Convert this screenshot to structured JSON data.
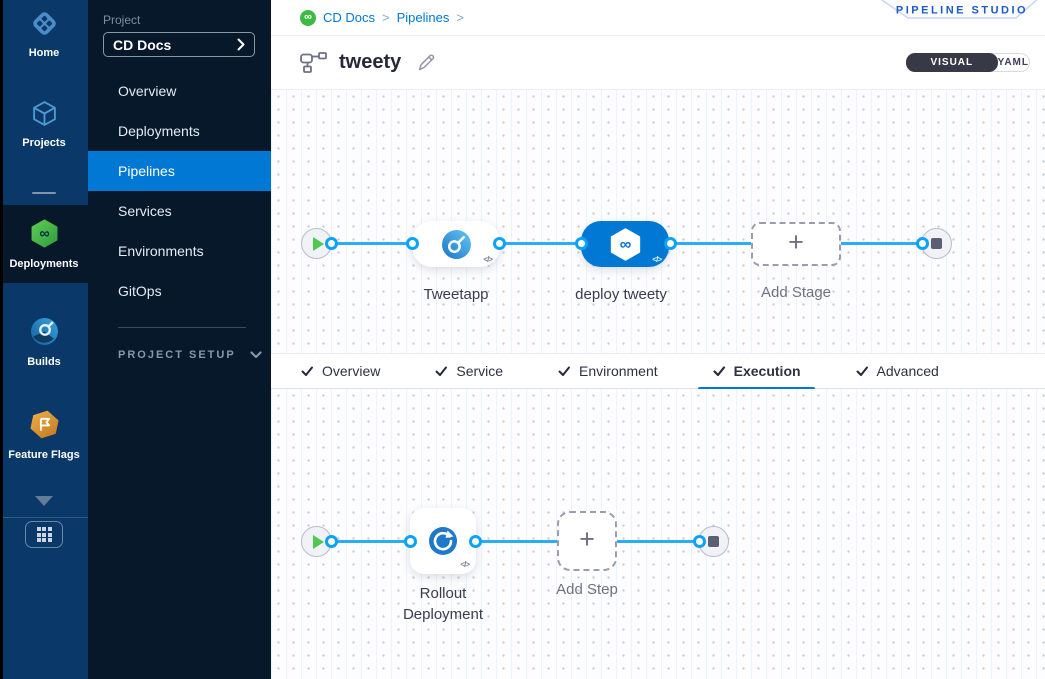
{
  "colors": {
    "accent_blue": "#0278d5",
    "edge_blue": "#2badf6",
    "cd_green": "#3dba44",
    "rail_navy": "#0a3868",
    "panel_navy": "#07182b",
    "toggle_dark": "#383946"
  },
  "rail": {
    "modules": [
      {
        "label": "Home"
      },
      {
        "label": "Projects"
      },
      {
        "label": "Deployments"
      },
      {
        "label": "Builds"
      },
      {
        "label": "Feature Flags"
      }
    ]
  },
  "sidebar": {
    "project_label": "Project",
    "project_name": "CD Docs",
    "items": [
      {
        "label": "Overview"
      },
      {
        "label": "Deployments"
      },
      {
        "label": "Pipelines"
      },
      {
        "label": "Services"
      },
      {
        "label": "Environments"
      },
      {
        "label": "GitOps"
      }
    ],
    "project_setup_label": "PROJECT SETUP"
  },
  "header": {
    "breadcrumb": {
      "crumbs": [
        "CD Docs",
        "Pipelines"
      ],
      "separator": ">"
    },
    "studio_badge": "PIPELINE STUDIO",
    "pipeline_title": "tweety",
    "view_toggle": {
      "visual": "VISUAL",
      "yaml": "YAML",
      "selected": "VISUAL"
    }
  },
  "icons": {
    "infinity": "∞",
    "plus": "+",
    "code": "</>"
  },
  "stage_canvas": {
    "stages": [
      {
        "label": "Tweetapp"
      },
      {
        "label": "deploy tweety"
      },
      {
        "label": "Add Stage"
      }
    ]
  },
  "tabs": {
    "items": [
      {
        "label": "Overview"
      },
      {
        "label": "Service"
      },
      {
        "label": "Environment"
      },
      {
        "label": "Execution"
      },
      {
        "label": "Advanced"
      }
    ],
    "active": "Execution"
  },
  "execution_canvas": {
    "steps": [
      {
        "label": "Rollout Deployment"
      },
      {
        "label": "Add Step"
      }
    ]
  }
}
